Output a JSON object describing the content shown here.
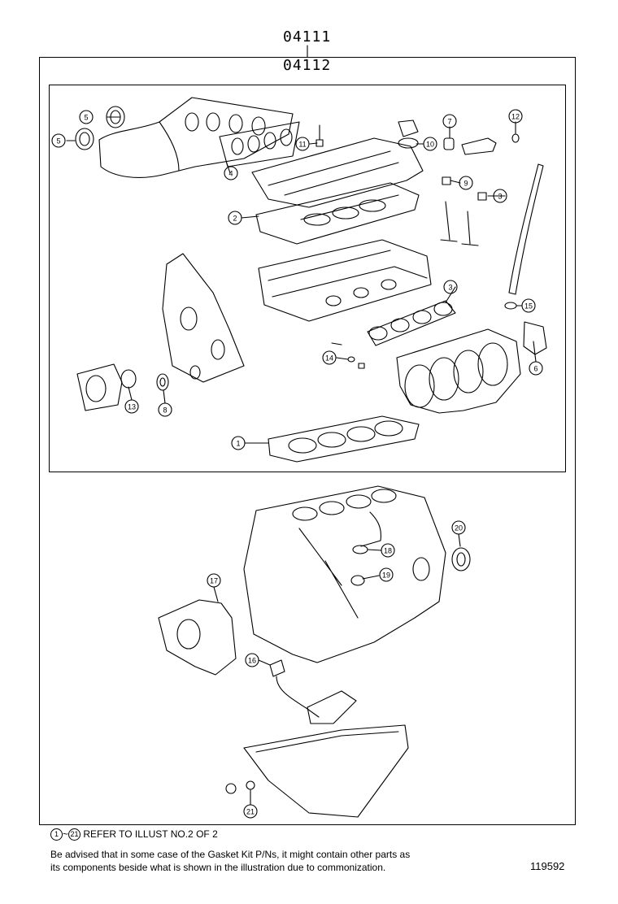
{
  "header": {
    "outer_code": "04111",
    "inner_code": "04112"
  },
  "callouts": [
    "1",
    "2",
    "3",
    "3",
    "4",
    "5",
    "5",
    "6",
    "7",
    "8",
    "9",
    "10",
    "11",
    "12",
    "13",
    "14",
    "15",
    "16",
    "17",
    "18",
    "19",
    "20",
    "21"
  ],
  "notes": {
    "range_start": "1",
    "range_end": "21",
    "range_sep": "~",
    "refer_text": "REFER TO ILLUST NO.2 OF 2",
    "line1": "Be advised that in some case of the Gasket Kit P/Ns,  it might contain other parts as",
    "line2": "its components beside what is shown in the illustration due to commonization."
  },
  "reference_number": "119592"
}
